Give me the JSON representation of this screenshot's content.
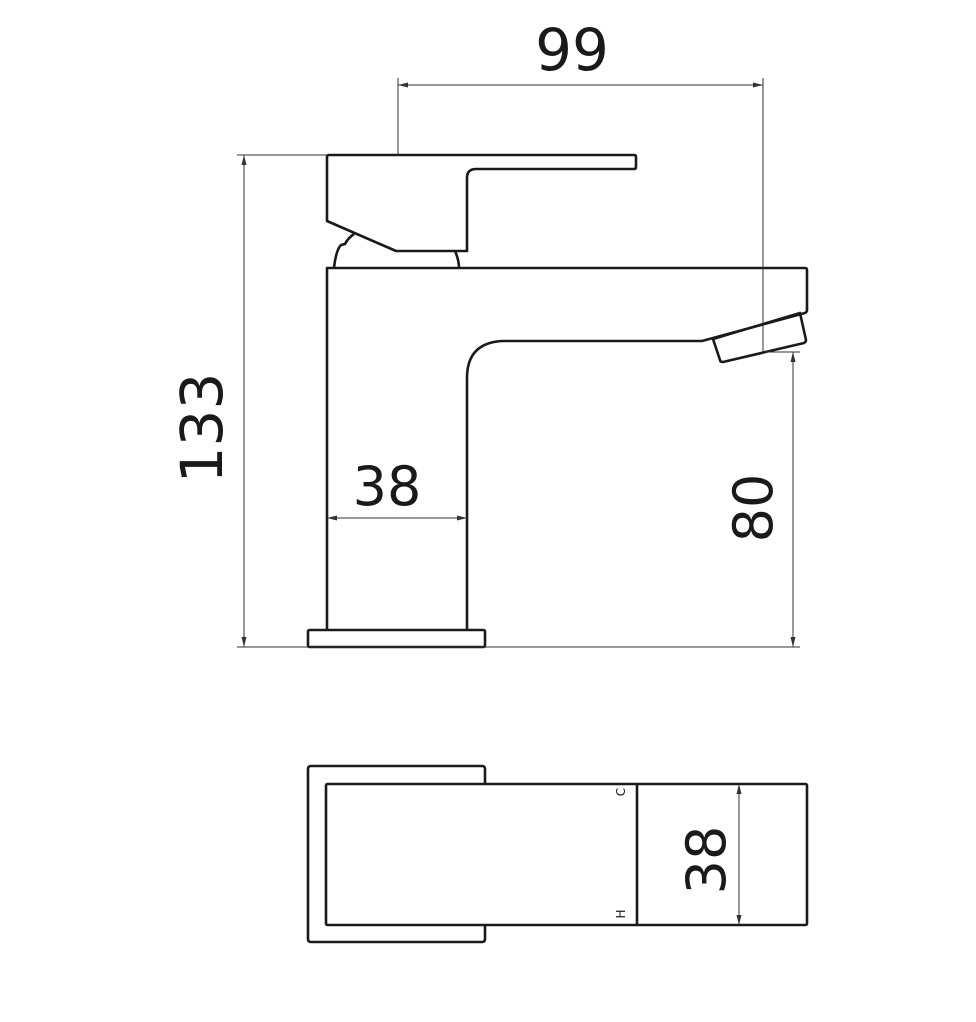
{
  "drawing": {
    "side_view": {
      "dimensions": {
        "width_reach": "99",
        "height_total": "133",
        "body_width": "38",
        "spout_height": "80"
      }
    },
    "top_view": {
      "dimensions": {
        "body_depth": "38"
      },
      "labels": {
        "cold": "C",
        "hot": "H"
      }
    },
    "line_color": "#1a1a1a"
  }
}
